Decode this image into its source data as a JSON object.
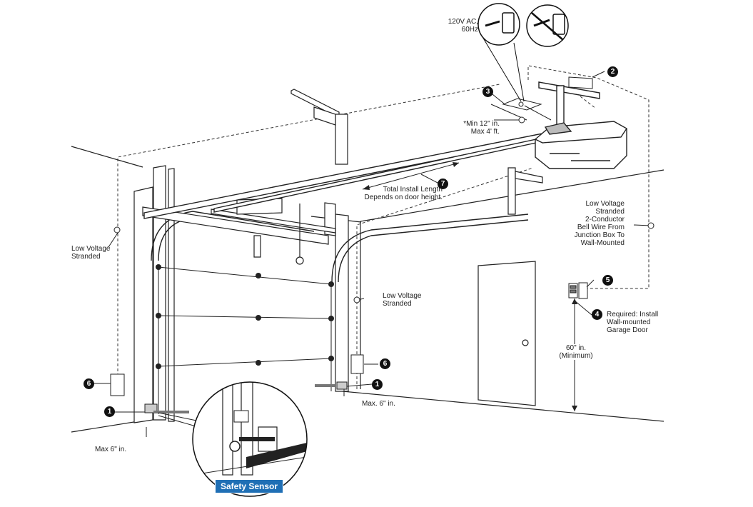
{
  "labels": {
    "power": [
      "120V AC,",
      "60Hz"
    ],
    "min_height": [
      "*Min 12\" in.",
      "Max 4' ft."
    ],
    "total_length": [
      "Total Install Length",
      "Depends on door height."
    ],
    "low_voltage_right": [
      "Low Voltage",
      "Stranded",
      "2-Conductor",
      "Bell Wire  From",
      "Junction Box To",
      "Wall-Mounted"
    ],
    "low_voltage_left": [
      "Low Voltage",
      "Stranded"
    ],
    "low_voltage_middle": [
      "Low Voltage",
      "Stranded"
    ],
    "required_control": [
      "Required: Install",
      "Wall-mounted",
      "Garage Door"
    ],
    "control_height": [
      "60\" in.",
      "(Minimum)"
    ],
    "max_left": "Max 6\" in.",
    "max_right": "Max. 6\" in.",
    "safety_sensor": "Safety Sensor"
  },
  "callouts": {
    "sensor_left": "1",
    "sensor_right": "1",
    "junction_box": "2",
    "outlet": "3",
    "wall_control": "4",
    "control_wire": "5",
    "sensor_bracket_left": "6",
    "sensor_bracket_right": "6",
    "rail": "7"
  }
}
